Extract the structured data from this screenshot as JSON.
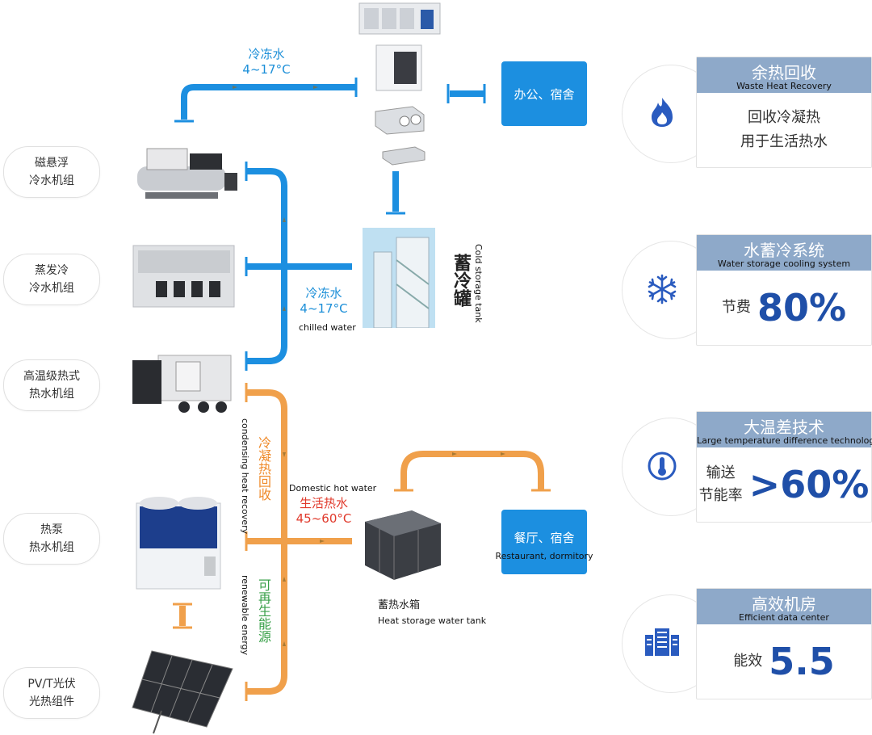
{
  "left_labels": [
    {
      "line1": "磁悬浮",
      "line2": "冷水机组"
    },
    {
      "line1": "蒸发冷",
      "line2": "冷水机组"
    },
    {
      "line1": "高温级热式",
      "line2": "热水机组"
    },
    {
      "line1": "热泵",
      "line2": "热水机组"
    },
    {
      "line1": "PV/T光伏",
      "line2": "光热组件"
    }
  ],
  "pipe_labels": {
    "chilled_top_cn": "冷冻水",
    "chilled_top_temp": "4~17°C",
    "chilled_mid_cn": "冷冻水",
    "chilled_mid_temp": "4~17°C",
    "chilled_mid_en": "chilled water",
    "condensing_cn": "冷凝热回收",
    "condensing_en": "condensing heat recovery",
    "renewable_cn": "可再生能源",
    "renewable_en": "renewable energy",
    "hot_en": "Domestic hot water",
    "hot_cn": "生活热水",
    "hot_temp": "45~60°C"
  },
  "cold_tank": {
    "cn": "蓄冷罐",
    "en": "Cold storage tank"
  },
  "heat_tank": {
    "cn": "蓄热水箱",
    "en": "Heat storage water tank"
  },
  "destinations": {
    "office": "办公、宿舍",
    "restaurant_cn": "餐厅、宿舍",
    "restaurant_en": "Restaurant, dormitory"
  },
  "cards": [
    {
      "title": "余热回收",
      "subtitle": "Waste Heat Recovery",
      "line1": "回收冷凝热",
      "line2": "用于生活热水",
      "icon": "flame-icon"
    },
    {
      "title": "水蓄冷系统",
      "subtitle": "Water storage cooling system",
      "label": "节费",
      "value": "80%",
      "icon": "snowflake-icon"
    },
    {
      "title": "大温差技术",
      "subtitle": "Large temperature difference technology",
      "label1": "输送",
      "label2": "节能率",
      "value": ">60%",
      "icon": "thermometer-icon"
    },
    {
      "title": "高效机房",
      "subtitle": "Efficient data center",
      "label": "能效",
      "value": "5.5",
      "icon": "server-rack-icon"
    }
  ],
  "colors": {
    "blue_pipe": "#1c8fe0",
    "orange_pipe": "#f0a04b",
    "card_head": "#8ea9c9",
    "metric": "#1f4fa8"
  }
}
